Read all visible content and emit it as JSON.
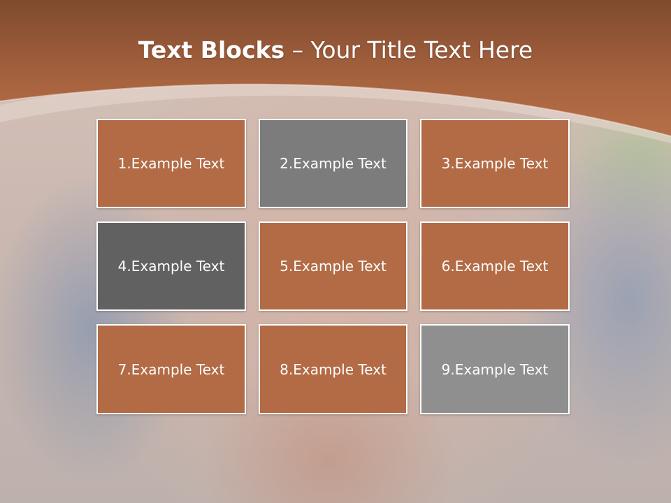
{
  "header": {
    "title_bold": "Text Blocks",
    "title_dash": " – ",
    "title_rest": "Your Title Text Here"
  },
  "colors": {
    "brown": "#b26b45",
    "gray": "#7c7c7c",
    "dark_gray": "#616161",
    "light_gray": "#8f8f8f",
    "header": "#a85f3d"
  },
  "blocks": [
    {
      "label": "1.Example Text",
      "color": "brown"
    },
    {
      "label": "2.Example Text",
      "color": "gray"
    },
    {
      "label": "3.Example Text",
      "color": "brown"
    },
    {
      "label": "4.Example Text",
      "color": "dark_gray"
    },
    {
      "label": "5.Example Text",
      "color": "brown"
    },
    {
      "label": "6.Example Text",
      "color": "brown"
    },
    {
      "label": "7.Example Text",
      "color": "brown"
    },
    {
      "label": "8.Example Text",
      "color": "brown"
    },
    {
      "label": "9.Example Text",
      "color": "light_gray"
    }
  ]
}
